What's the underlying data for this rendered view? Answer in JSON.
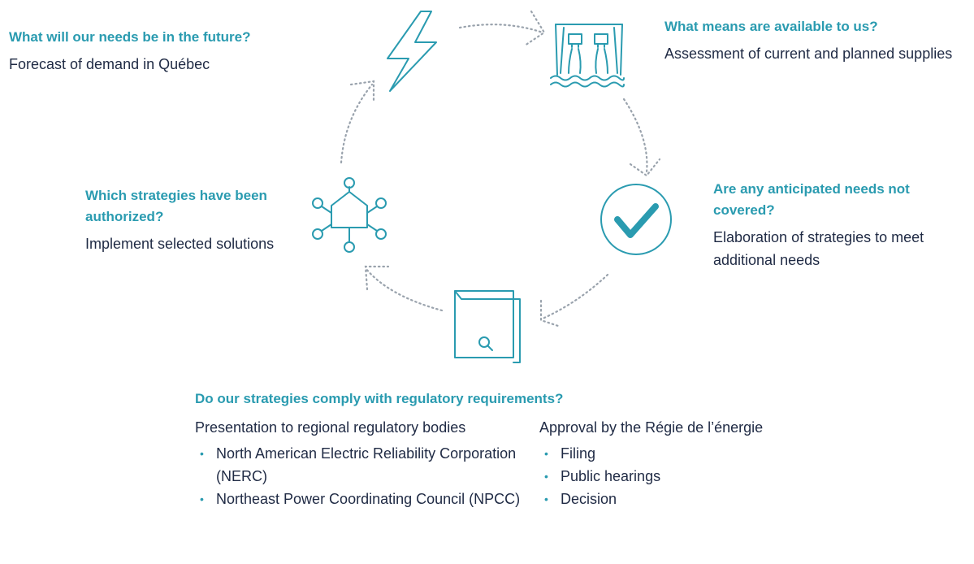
{
  "steps": {
    "forecast": {
      "question": "What will our needs be in the future?",
      "text": "Forecast of demand in Québec"
    },
    "means": {
      "question": "What means are available to us?",
      "text": "Assessment of current and planned supplies"
    },
    "gaps": {
      "question": "Are any anticipated needs not covered?",
      "text": "Elaboration of strategies to meet additional needs"
    },
    "authorized": {
      "question": "Which strategies have been authorized?",
      "text": "Implement selected solutions"
    },
    "regulatory": {
      "question": "Do our strategies comply with regulatory requirements?",
      "left_text": "Presentation to regional regulatory bodies",
      "left_items": [
        "North American Electric Reliability Corporation (NERC)",
        "Northeast Power Coordinating Council (NPCC)"
      ],
      "right_text": "Approval by the Régie de l’énergie",
      "right_items": [
        "Filing",
        "Public hearings",
        "Decision"
      ]
    }
  },
  "icons": [
    "lightning-icon",
    "dam-icon",
    "checkmark-icon",
    "document-icon",
    "network-house-icon"
  ],
  "colors": {
    "accent": "#2a9bb0",
    "text": "#1f2a44",
    "arrows": "#9aa3ad"
  }
}
